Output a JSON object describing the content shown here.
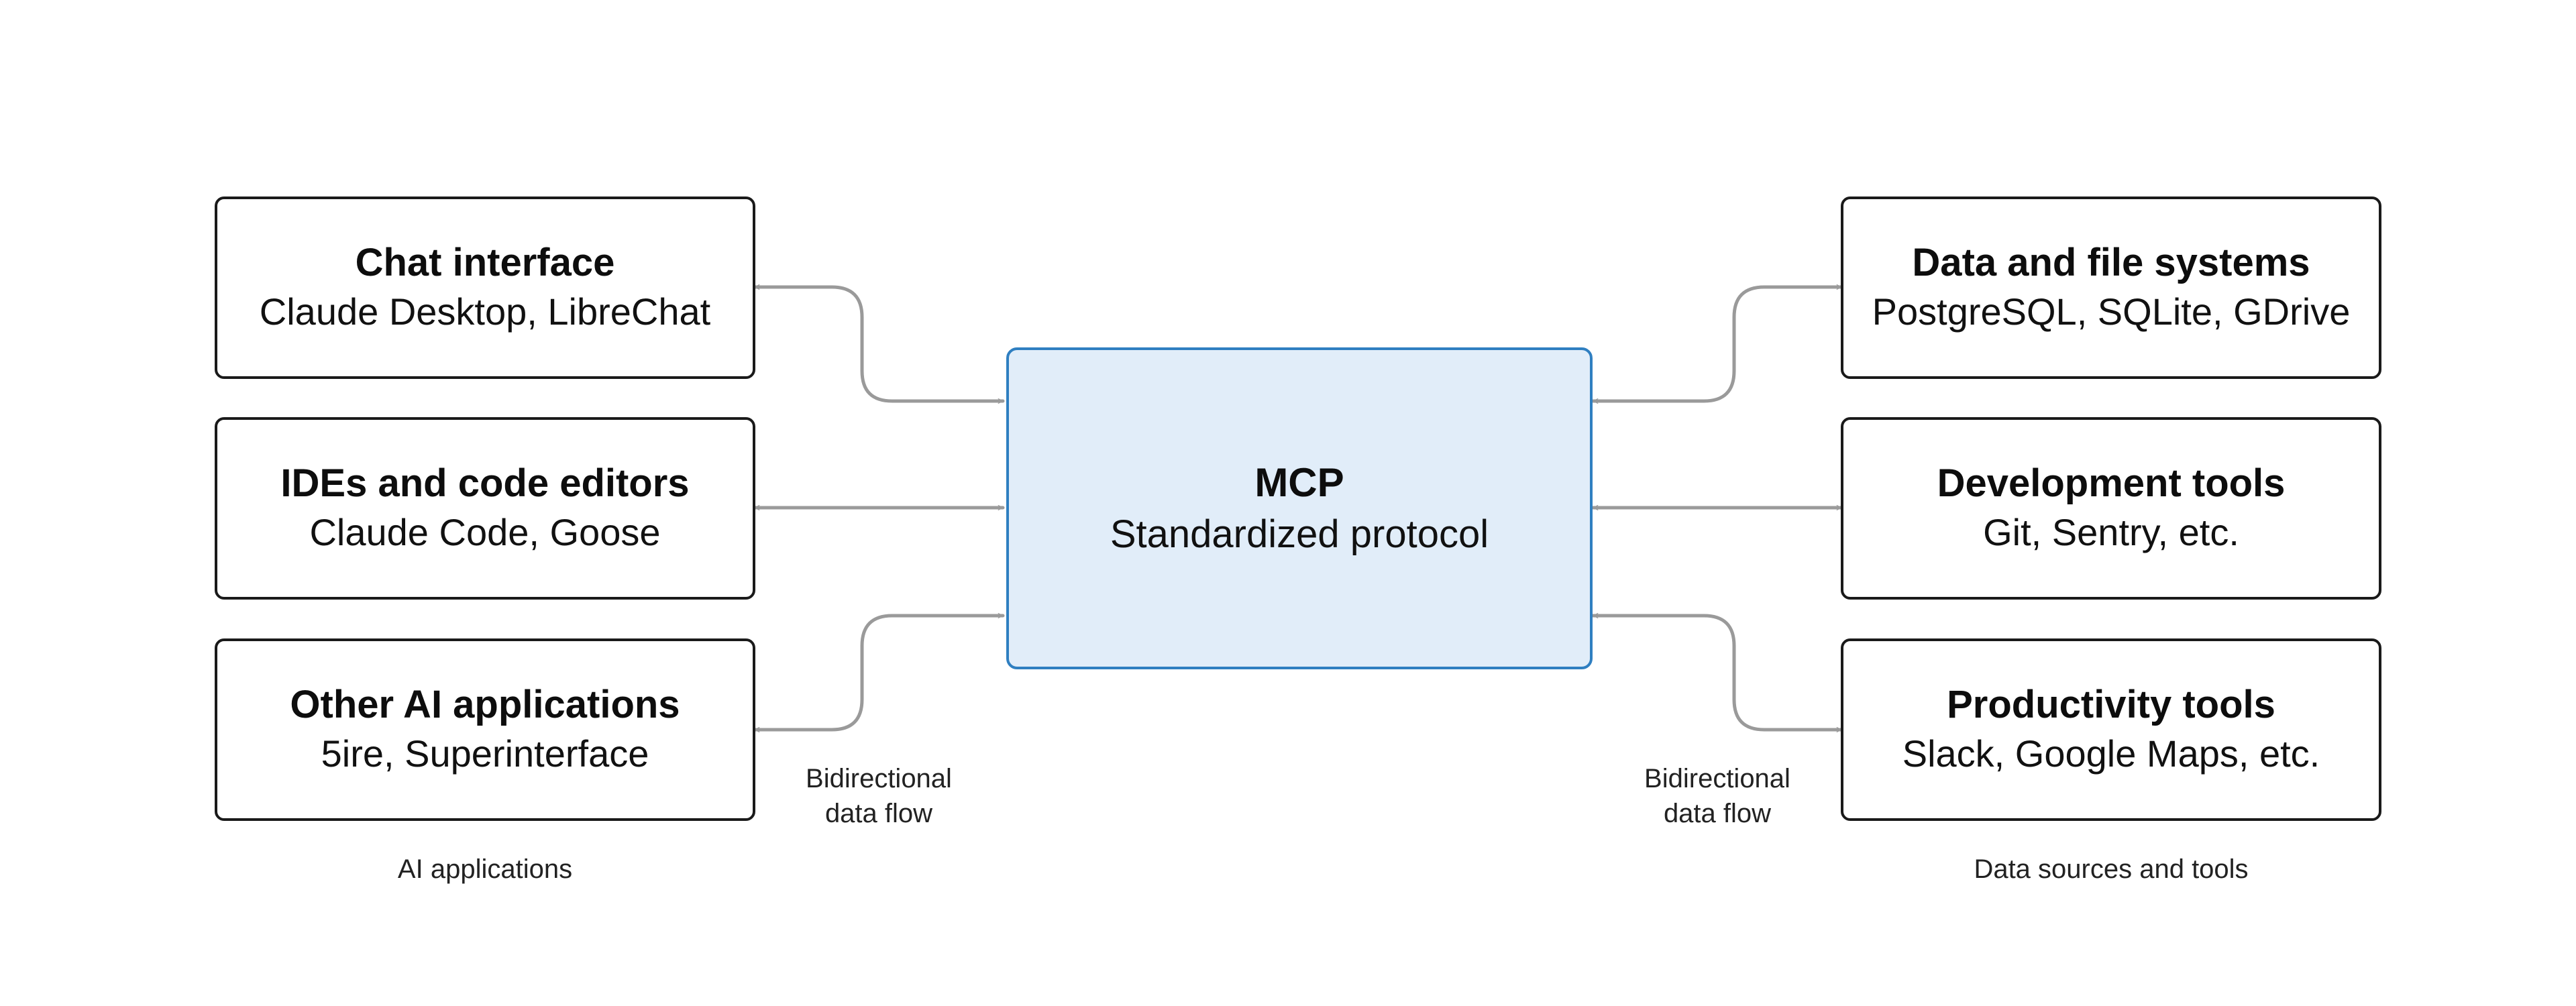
{
  "center": {
    "title": "MCP",
    "subtitle": "Standardized protocol"
  },
  "ai_applications": {
    "caption": "AI applications",
    "nodes": [
      {
        "title": "Chat interface",
        "subtitle": "Claude Desktop, LibreChat"
      },
      {
        "title": "IDEs and code editors",
        "subtitle": "Claude Code, Goose"
      },
      {
        "title": "Other AI applications",
        "subtitle": "5ire, Superinterface"
      }
    ]
  },
  "data_sources": {
    "caption": "Data sources and tools",
    "nodes": [
      {
        "title": "Data and file systems",
        "subtitle": "PostgreSQL, SQLite, GDrive"
      },
      {
        "title": "Development tools",
        "subtitle": "Git, Sentry, etc."
      },
      {
        "title": "Productivity tools",
        "subtitle": "Slack, Google Maps, etc."
      }
    ]
  },
  "flow_labels": {
    "left": {
      "line1": "Bidirectional",
      "line2": "data flow"
    },
    "right": {
      "line1": "Bidirectional",
      "line2": "data flow"
    }
  },
  "colors": {
    "center_fill": "#e1edf9",
    "center_border": "#2f7fc1",
    "node_border": "#1a1a1a",
    "connector": "#9a9a9a"
  }
}
